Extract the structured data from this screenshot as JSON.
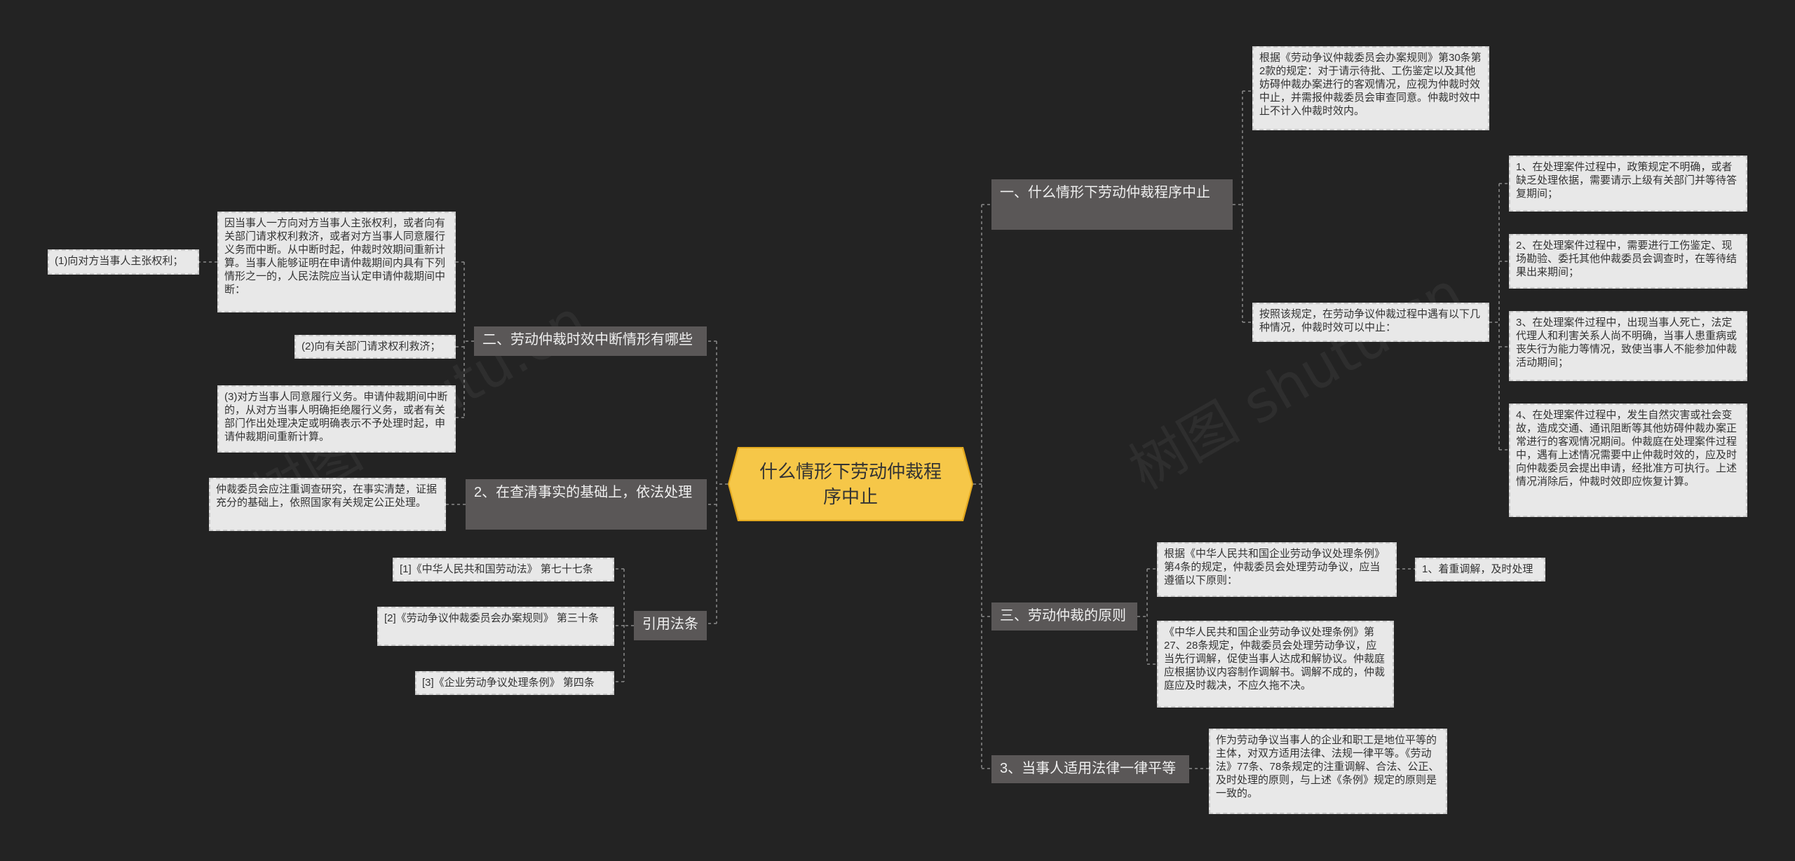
{
  "root": {
    "title": "什么情形下劳动仲裁程序中止"
  },
  "left": {
    "branch_interrupt": {
      "label": "二、劳动仲裁时效中断情形有哪些",
      "desc": "因当事人一方向对方当事人主张权利，或者向有关部门请求权利救济，或者对方当事人同意履行义务而中断。从中断时起，仲裁时效期间重新计算。当事人能够证明在申请仲裁期间内具有下列情形之一的，人民法院应当认定申请仲裁期间中断：",
      "item1": "(1)向对方当事人主张权利；",
      "item2": "(2)向有关部门请求权利救济；",
      "item3": "(3)对方当事人同意履行义务。申请仲裁期间中断的，从对方当事人明确拒绝履行义务，或者有关部门作出处理决定或明确表示不予处理时起，申请仲裁期间重新计算。"
    },
    "branch_facts": {
      "label": "2、在查清事实的基础上，依法处理",
      "desc": "仲裁委员会应注重调查研究，在事实清楚，证据充分的基础上，依照国家有关规定公正处理。"
    },
    "branch_refs": {
      "label": "引用法条",
      "ref1": "[1]《中华人民共和国劳动法》 第七十七条",
      "ref2": "[2]《劳动争议仲裁委员会办案规则》 第三十条",
      "ref3": "[3]《企业劳动争议处理条例》 第四条"
    }
  },
  "right": {
    "branch_when": {
      "label": "一、什么情形下劳动仲裁程序中止",
      "desc1": "根据《劳动争议仲裁委员会办案规则》第30条第2款的规定：对于请示待批、工伤鉴定以及其他妨碍仲裁办案进行的客观情况，应视为仲裁时效中止，并需报仲裁委员会审查同意。仲裁时效中止不计入仲裁时效内。",
      "desc2": "按照该规定，在劳动争议仲裁过程中遇有以下几种情况，仲裁时效可以中止：",
      "case1": "1、在处理案件过程中，政策规定不明确，或者缺乏处理依据，需要请示上级有关部门并等待答复期间；",
      "case2": "2、在处理案件过程中，需要进行工伤鉴定、现场勘验、委托其他仲裁委员会调查时，在等待结果出来期间；",
      "case3": "3、在处理案件过程中，出现当事人死亡，法定代理人和利害关系人尚不明确，当事人患重病或丧失行为能力等情况，致使当事人不能参加仲裁活动期间；",
      "case4": "4、在处理案件过程中，发生自然灾害或社会变故，造成交通、通讯阻断等其他妨碍仲裁办案正常进行的客观情况期间。仲裁庭在处理案件过程中，遇有上述情况需要中止仲裁时效的，应及时向仲裁委员会提出申请，经批准方可执行。上述情况消除后，仲裁时效即应恢复计算。"
    },
    "branch_principle": {
      "label": "三、劳动仲裁的原则",
      "desc1": "根据《中华人民共和国企业劳动争议处理条例》第4条的规定，仲裁委员会处理劳动争议，应当遵循以下原则：",
      "sub1": "1、着重调解，及时处理",
      "desc2": "《中华人民共和国企业劳动争议处理条例》第27、28条规定，仲裁委员会处理劳动争议，应当先行调解，促使当事人达成和解协议。仲裁庭应根据协议内容制作调解书。调解不成的，仲裁庭应及时裁决，不应久拖不决。"
    },
    "branch_equal": {
      "label": "3、当事人适用法律一律平等",
      "desc": "作为劳动争议当事人的企业和职工是地位平等的主体，对双方适用法律、法规一律平等。《劳动法》77条、78条规定的注重调解、合法、公正、及时处理的原则，与上述《条例》规定的原则是一致的。"
    },
    "watermark": "树图 shutu.cn"
  },
  "colors": {
    "background": "#232323",
    "root_fill": "#f6c748",
    "branch_fill": "#5a5757",
    "leaf_fill": "#e8e8e8",
    "connector": "#8a8a8a"
  }
}
